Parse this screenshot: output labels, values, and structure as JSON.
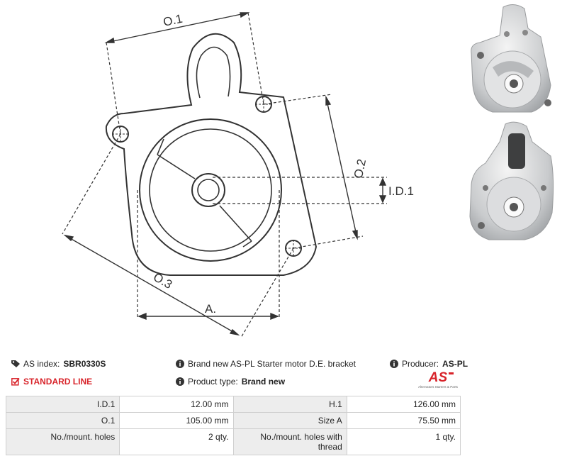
{
  "diagram": {
    "labels": {
      "o1": "O.1",
      "o2": "O.2",
      "o3": "O.3",
      "id1": "I.D.1",
      "a": "A."
    }
  },
  "info": {
    "as_index_label": "AS index:",
    "as_index_value": "SBR0330S",
    "line": "STANDARD LINE",
    "description": "Brand new AS-PL Starter motor D.E. bracket",
    "product_type_label": "Product type:",
    "product_type_value": "Brand new",
    "producer_label": "Producer:",
    "producer_value": "AS-PL"
  },
  "logo": {
    "mark": "AS",
    "tagline": "Alternators Starters & Parts",
    "color": "#d8232a"
  },
  "icons": {
    "tag": "tag-icon",
    "check": "checkbox-icon",
    "info": "info-icon"
  },
  "specs": [
    [
      "I.D.1",
      "12.00 mm",
      "H.1",
      "126.00 mm"
    ],
    [
      "O.1",
      "105.00 mm",
      "Size A",
      "75.50 mm"
    ],
    [
      "No./mount. holes",
      "2 qty.",
      "No./mount. holes with thread",
      "1 qty."
    ]
  ]
}
